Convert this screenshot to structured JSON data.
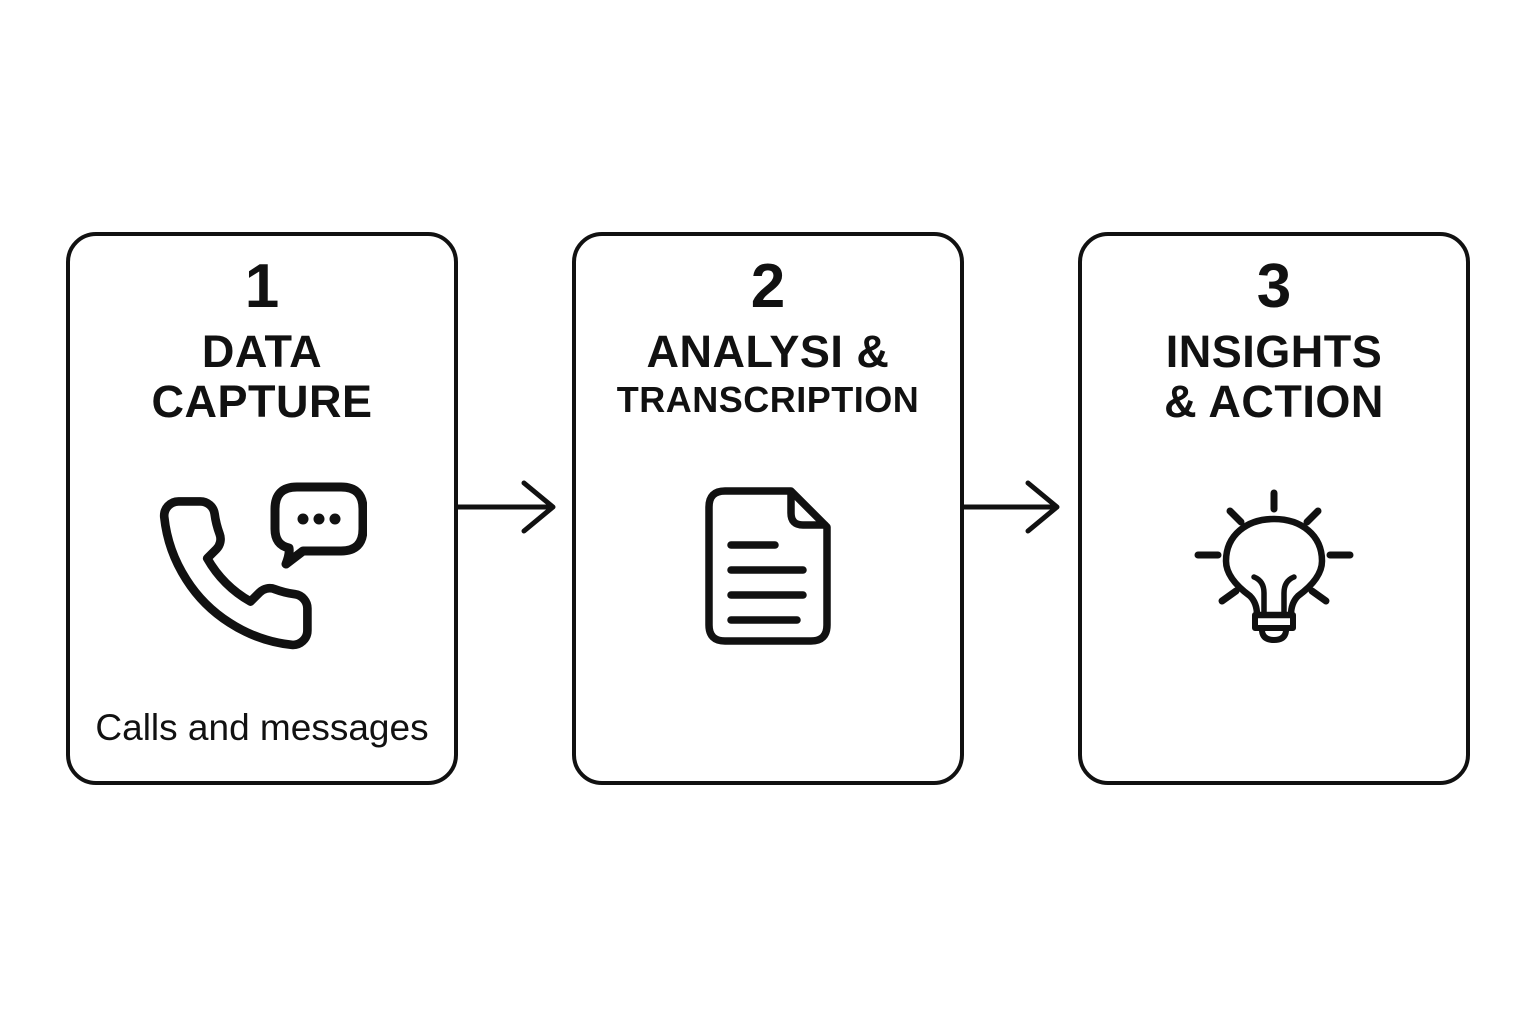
{
  "canvas": {
    "background": "#ffffff",
    "line_color": "#111111"
  },
  "diagram": {
    "type": "process-flow",
    "direction": "left-to-right",
    "connector": "arrow-right"
  },
  "steps": [
    {
      "number": "1",
      "title": [
        "DATA",
        "CAPTURE"
      ],
      "icon": "phone-and-message-icon",
      "caption": "Calls and messages"
    },
    {
      "number": "2",
      "title": [
        "ANALYSI &",
        "TRANSCRIPTION"
      ],
      "icon": "document-icon",
      "caption": ""
    },
    {
      "number": "3",
      "title": [
        "INSIGHTS",
        "& ACTION"
      ],
      "icon": "lightbulb-icon",
      "caption": ""
    }
  ]
}
